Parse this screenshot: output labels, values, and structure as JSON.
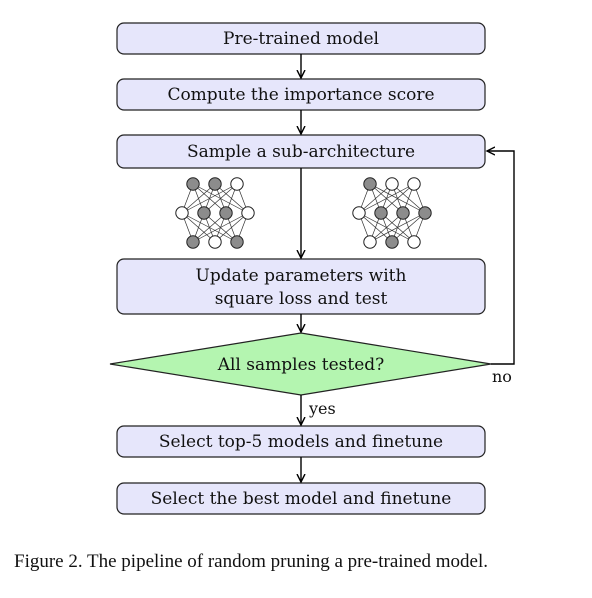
{
  "diagram": {
    "nodes": {
      "pretrained": "Pre-trained model",
      "importance": "Compute the importance score",
      "sample": "Sample a sub-architecture",
      "update_line1": "Update parameters with",
      "update_line2": "square loss and test",
      "decision": "All samples tested?",
      "top5": "Select top-5 models and finetune",
      "best": "Select the best model and finetune"
    },
    "edge_labels": {
      "yes": "yes",
      "no": "no"
    },
    "colors": {
      "box_fill": "#e6e6fb",
      "decision_fill": "#b4f5b0",
      "pruned_neuron": "#8c8c8c",
      "kept_neuron": "#ffffff"
    },
    "networks": [
      {
        "layers": [
          [
            true,
            true,
            false
          ],
          [
            false,
            false,
            false,
            false
          ],
          [
            true,
            true
          ],
          [
            false,
            false,
            false,
            false
          ],
          [
            true,
            false,
            true
          ]
        ]
      },
      {
        "layers": [
          [
            true,
            false,
            false
          ],
          [
            false,
            false,
            false,
            true
          ],
          [
            true,
            true
          ],
          [
            false,
            false,
            false,
            true
          ],
          [
            false,
            true,
            false
          ]
        ]
      }
    ]
  },
  "caption": "Figure 2. The pipeline of random pruning a pre-trained model."
}
